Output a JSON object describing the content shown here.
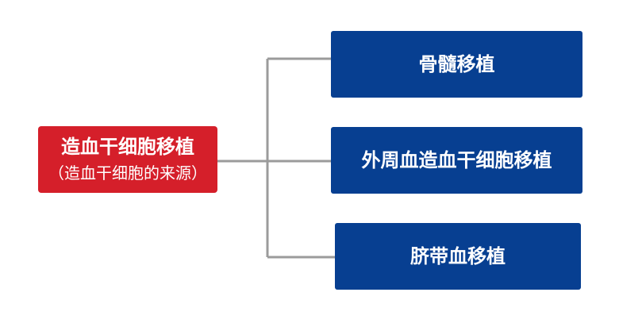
{
  "colors": {
    "root_box": "#d51f2a",
    "branch_box": "#073f91",
    "connector": "#9b9b9b",
    "background": "#ffffff"
  },
  "root": {
    "title": "造血干细胞移植",
    "subtitle": "（造血干细胞的来源）"
  },
  "branches": [
    {
      "label": "骨髓移植"
    },
    {
      "label": "外周血造血干细胞移植"
    },
    {
      "label": "脐带血移植"
    }
  ]
}
